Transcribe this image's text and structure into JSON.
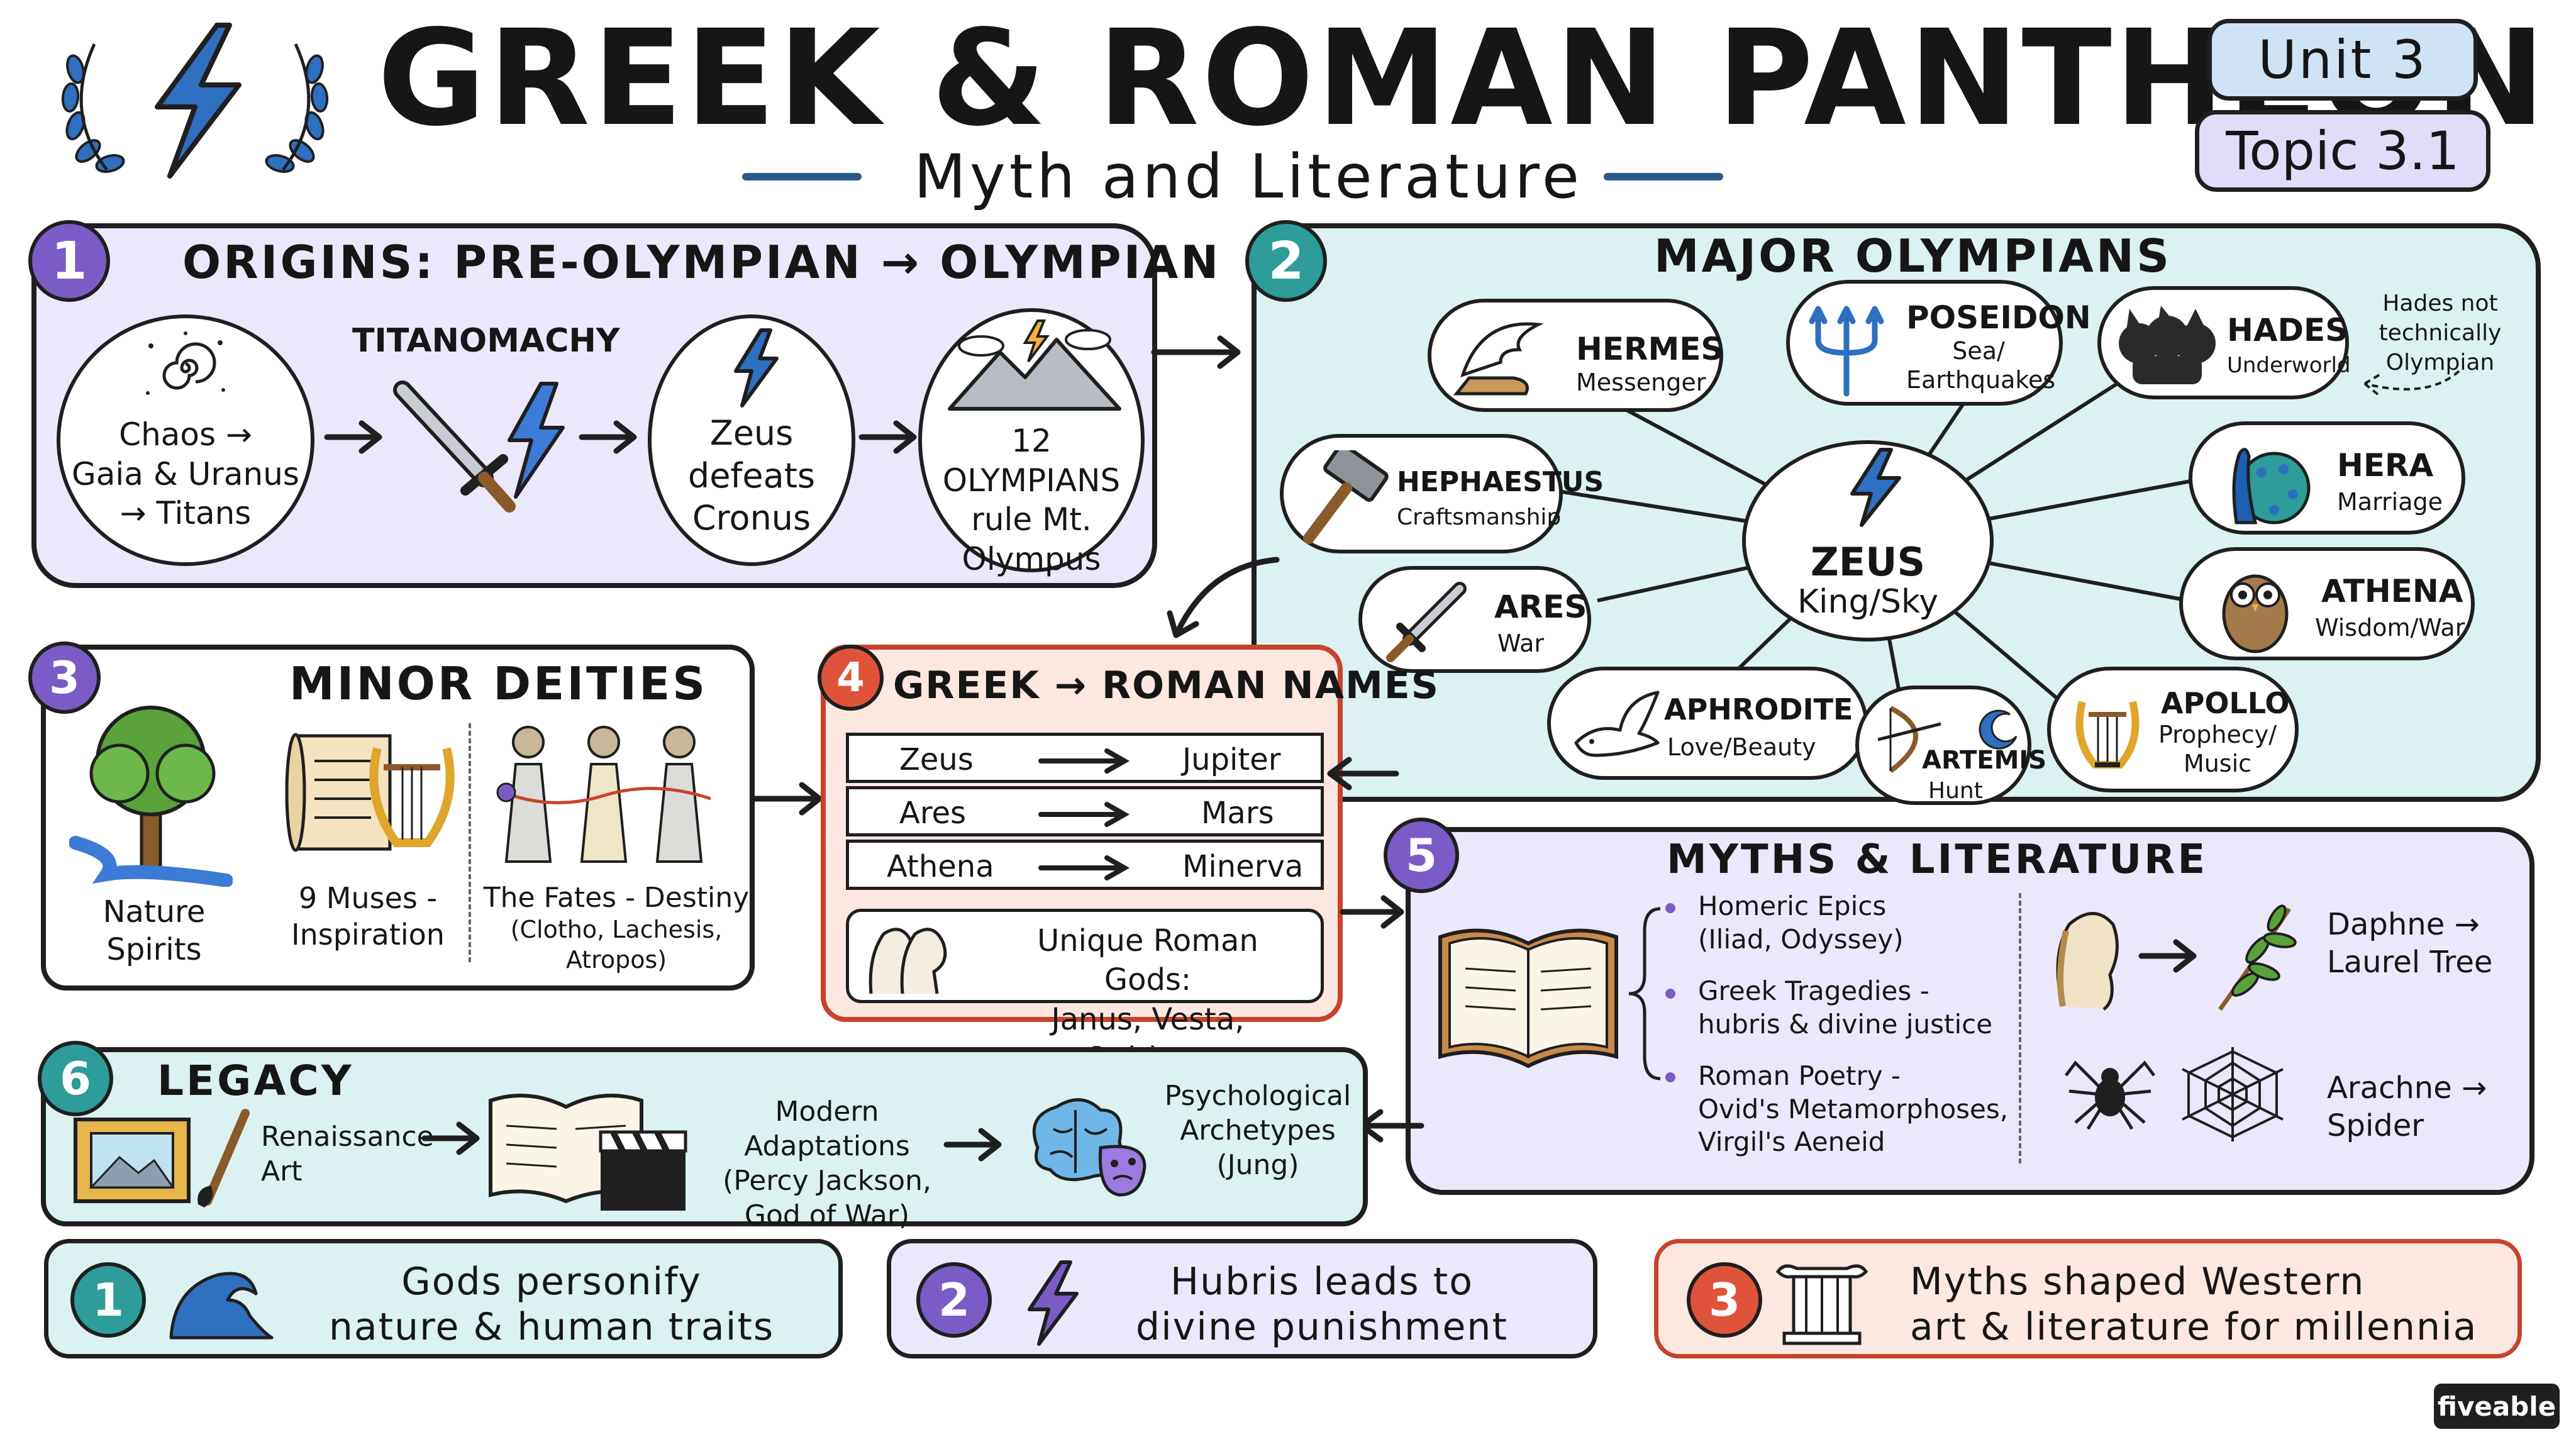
{
  "header": {
    "title": "GREEK & ROMAN PANTHEON",
    "subtitle": "Myth and Literature",
    "unit": "Unit 3",
    "topic": "Topic 3.1"
  },
  "colors": {
    "purple": "#7b5cc6",
    "teal": "#2e9c98",
    "red": "#e0533b",
    "lavender": "#ece8fb",
    "mint": "#dcf1f1",
    "salmon": "#fde7e1"
  },
  "origins": {
    "num": "1",
    "title": "ORIGINS: PRE-OLYMPIAN → OLYMPIAN",
    "step1": [
      "Chaos →",
      "Gaia & Uranus",
      "→ Titans"
    ],
    "step2": "TITANOMACHY",
    "step3": [
      "Zeus",
      "defeats",
      "Cronus"
    ],
    "step4": [
      "12 OLYMPIANS",
      "rule Mt.",
      "Olympus"
    ]
  },
  "olympians": {
    "num": "2",
    "title": "MAJOR OLYMPIANS",
    "center_name": "ZEUS",
    "center_role": "King/Sky",
    "note": [
      "Hades not",
      "technically",
      "Olympian"
    ],
    "gods": [
      {
        "name": "HERMES",
        "role": "Messenger",
        "icon": "winged-sandal-icon"
      },
      {
        "name": "POSEIDON",
        "role": "Sea/ Earthquakes",
        "icon": "trident-icon"
      },
      {
        "name": "HADES",
        "role": "Underworld",
        "icon": "cerberus-icon"
      },
      {
        "name": "HEPHAESTUS",
        "role": "Craftsmanship",
        "icon": "hammer-icon"
      },
      {
        "name": "HERA",
        "role": "Marriage",
        "icon": "peacock-icon"
      },
      {
        "name": "ARES",
        "role": "War",
        "icon": "sword-icon"
      },
      {
        "name": "ATHENA",
        "role": "Wisdom/War",
        "icon": "owl-icon"
      },
      {
        "name": "APHRODITE",
        "role": "Love/Beauty",
        "icon": "dove-icon"
      },
      {
        "name": "ARTEMIS",
        "role": "Hunt",
        "icon": "bow-moon-icon"
      },
      {
        "name": "APOLLO",
        "role": "Prophecy/ Music",
        "icon": "lyre-icon"
      }
    ]
  },
  "minor": {
    "num": "3",
    "title": "MINOR DEITIES",
    "nature": "Nature Spirits",
    "muses": [
      "9 Muses -",
      "Inspiration"
    ],
    "fates": [
      "The Fates - Destiny",
      "(Clotho, Lachesis, Atropos)"
    ]
  },
  "names": {
    "num": "4",
    "title": "GREEK → ROMAN NAMES",
    "pairs": [
      {
        "greek": "Zeus",
        "roman": "Jupiter"
      },
      {
        "greek": "Ares",
        "roman": "Mars"
      },
      {
        "greek": "Athena",
        "roman": "Minerva"
      }
    ],
    "unique": [
      "Unique Roman Gods:",
      "Janus, Vesta, Quirinus"
    ]
  },
  "myths": {
    "num": "5",
    "title": "MYTHS & LITERATURE",
    "items": [
      [
        "Homeric Epics",
        "(Iliad, Odyssey)"
      ],
      [
        "Greek Tragedies -",
        "hubris & divine justice"
      ],
      [
        "Roman Poetry -",
        "Ovid's Metamorphoses,",
        "Virgil's Aeneid"
      ]
    ],
    "daphne": [
      "Daphne →",
      "Laurel Tree"
    ],
    "arachne": [
      "Arachne →",
      "Spider"
    ]
  },
  "legacy": {
    "num": "6",
    "title": "LEGACY",
    "renaissance": [
      "Renaissance",
      "Art"
    ],
    "modern": [
      "Modern Adaptations",
      "(Percy Jackson,",
      "God of War)"
    ],
    "psych": [
      "Psychological",
      "Archetypes",
      "(Jung)"
    ]
  },
  "takeaways": [
    {
      "num": "1",
      "lines": [
        "Gods personify",
        "nature & human traits"
      ]
    },
    {
      "num": "2",
      "lines": [
        "Hubris leads to",
        "divine punishment"
      ]
    },
    {
      "num": "3",
      "lines": [
        "Myths shaped Western",
        "art & literature for millennia"
      ]
    }
  ],
  "brand": "fiveable"
}
